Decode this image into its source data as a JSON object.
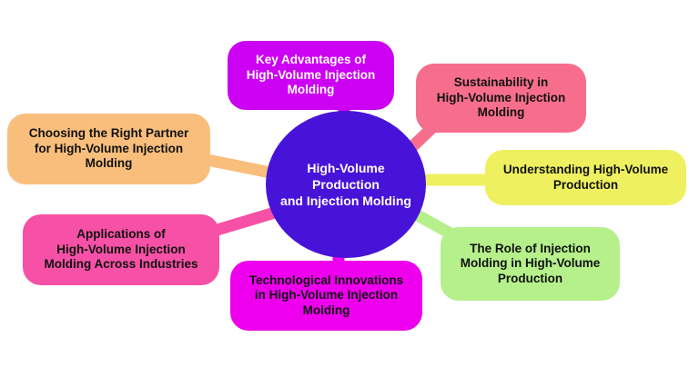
{
  "diagram": {
    "title": "High-Volume Production and Injection Molding mind map",
    "background_color": "#ffffff",
    "center": {
      "label": "High-Volume Production\nand Injection Molding",
      "color": "#4813D9",
      "text_color": "#ffffff"
    },
    "nodes": [
      {
        "id": "key-advantages",
        "label": "Key Advantages of\nHigh-Volume Injection\nMolding",
        "color": "#CC00F2",
        "text_color": "#ffffff",
        "position": "top"
      },
      {
        "id": "sustainability",
        "label": "Sustainability in\nHigh-Volume Injection\nMolding",
        "color": "#F76E8C",
        "text_color": "#111111",
        "position": "top-right"
      },
      {
        "id": "understanding",
        "label": "Understanding High-Volume\nProduction",
        "color": "#EFF060",
        "text_color": "#111111",
        "position": "right"
      },
      {
        "id": "role-of-injection-molding",
        "label": "The Role of Injection\nMolding in High-Volume\nProduction",
        "color": "#B5F08B",
        "text_color": "#111111",
        "position": "bottom-right"
      },
      {
        "id": "technological-innovations",
        "label": "Technological Innovations\nin High-Volume Injection\nMolding",
        "color": "#EE00EE",
        "text_color": "#111111",
        "position": "bottom"
      },
      {
        "id": "applications",
        "label": "Applications of\nHigh-Volume Injection\nMolding Across Industries",
        "color": "#F651A6",
        "text_color": "#111111",
        "position": "bottom-left"
      },
      {
        "id": "choosing-partner",
        "label": "Choosing the Right Partner\nfor High-Volume Injection\nMolding",
        "color": "#F9BE7C",
        "text_color": "#111111",
        "position": "top-left"
      }
    ]
  }
}
